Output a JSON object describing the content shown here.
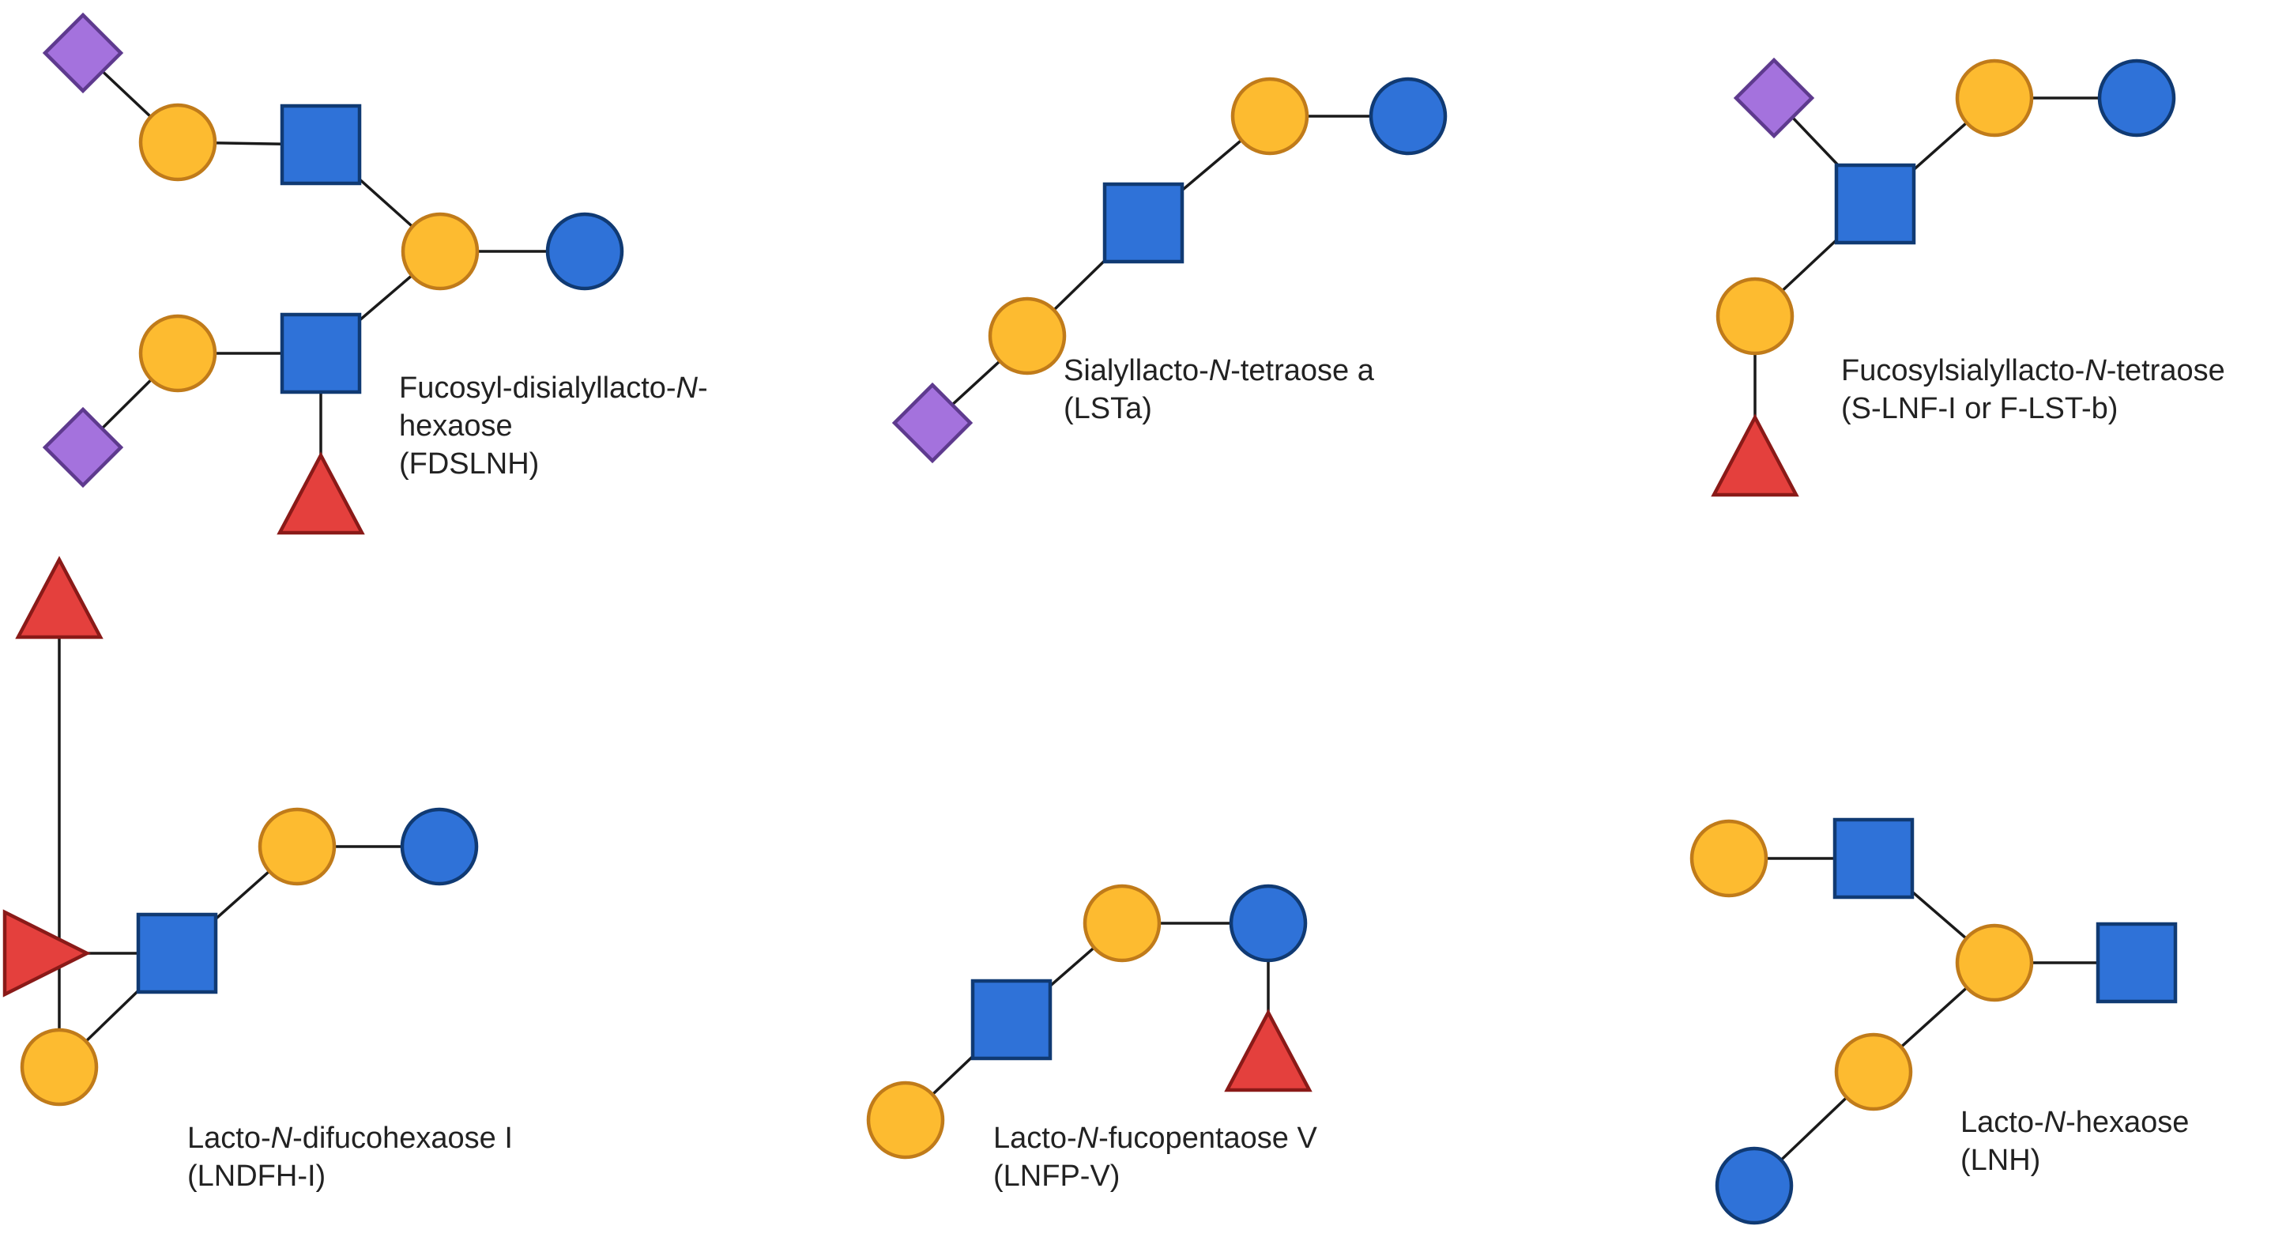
{
  "legend_colors": {
    "galactose": "#FDBB30",
    "galactose_stroke": "#C07B1A",
    "glucose": "#2F72D8",
    "glucose_stroke": "#103A73",
    "glcnac": "#2F72D8",
    "glcnac_stroke": "#103A73",
    "sialic_acid": "#A472DD",
    "sialic_acid_stroke": "#5E3A8E",
    "fucose": "#E4403D",
    "fucose_stroke": "#8A1A18"
  },
  "structures": [
    {
      "id": "fdslnh",
      "name_lines": [
        [
          {
            "t": "Fucosyl-disialyllacto-"
          },
          {
            "t": "N",
            "i": true
          },
          {
            "t": "-"
          }
        ],
        [
          {
            "t": "hexaose"
          }
        ],
        [
          {
            "t": "(FDSLNH)"
          }
        ]
      ],
      "residues": [
        "galactose",
        "glcnac",
        "galactose",
        "glucose",
        "galactose",
        "glcnac",
        "sialic_acid",
        "sialic_acid",
        "fucose"
      ],
      "icons": [
        "galactose-circle",
        "glcnac-square",
        "glucose-circle",
        "sialic-acid-diamond",
        "fucose-triangle"
      ]
    },
    {
      "id": "lsta",
      "name_lines": [
        [
          {
            "t": "Sialyllacto-"
          },
          {
            "t": "N",
            "i": true
          },
          {
            "t": "-tetraose a"
          }
        ],
        [
          {
            "t": "(LSTa)"
          }
        ]
      ],
      "residues": [
        "sialic_acid",
        "galactose",
        "glcnac",
        "galactose",
        "glucose"
      ],
      "icons": [
        "galactose-circle",
        "glcnac-square",
        "glucose-circle",
        "sialic-acid-diamond"
      ]
    },
    {
      "id": "slnf",
      "name_lines": [
        [
          {
            "t": "Fucosylsialyllacto-"
          },
          {
            "t": "N",
            "i": true
          },
          {
            "t": "-tetraose"
          }
        ],
        [
          {
            "t": "(S-LNF-I or F-LST-b)"
          }
        ]
      ],
      "residues": [
        "fucose",
        "galactose",
        "glcnac",
        "sialic_acid",
        "galactose",
        "glucose"
      ],
      "icons": [
        "galactose-circle",
        "glcnac-square",
        "glucose-circle",
        "sialic-acid-diamond",
        "fucose-triangle"
      ]
    },
    {
      "id": "lndfh",
      "name_lines": [
        [
          {
            "t": "Lacto-"
          },
          {
            "t": "N",
            "i": true
          },
          {
            "t": "-difucohexaose I"
          }
        ],
        [
          {
            "t": "(LNDFH-I)"
          }
        ]
      ],
      "residues": [
        "fucose",
        "galactose",
        "glcnac",
        "fucose",
        "galactose",
        "glucose"
      ],
      "icons": [
        "galactose-circle",
        "glcnac-square",
        "glucose-circle",
        "fucose-triangle"
      ]
    },
    {
      "id": "lnfpv",
      "name_lines": [
        [
          {
            "t": "Lacto-"
          },
          {
            "t": "N",
            "i": true
          },
          {
            "t": "-fucopentaose V"
          }
        ],
        [
          {
            "t": "(LNFP-V)"
          }
        ]
      ],
      "residues": [
        "galactose",
        "glcnac",
        "galactose",
        "glucose",
        "fucose"
      ],
      "icons": [
        "galactose-circle",
        "glcnac-square",
        "glucose-circle",
        "fucose-triangle"
      ]
    },
    {
      "id": "lnh",
      "name_lines": [
        [
          {
            "t": "Lacto-"
          },
          {
            "t": "N",
            "i": true
          },
          {
            "t": "-hexaose"
          }
        ],
        [
          {
            "t": "(LNH)"
          }
        ]
      ],
      "residues": [
        "galactose",
        "glcnac",
        "galactose",
        "glcnac",
        "galactose",
        "glucose"
      ],
      "icons": [
        "galactose-circle",
        "glcnac-square",
        "glucose-circle"
      ]
    }
  ]
}
